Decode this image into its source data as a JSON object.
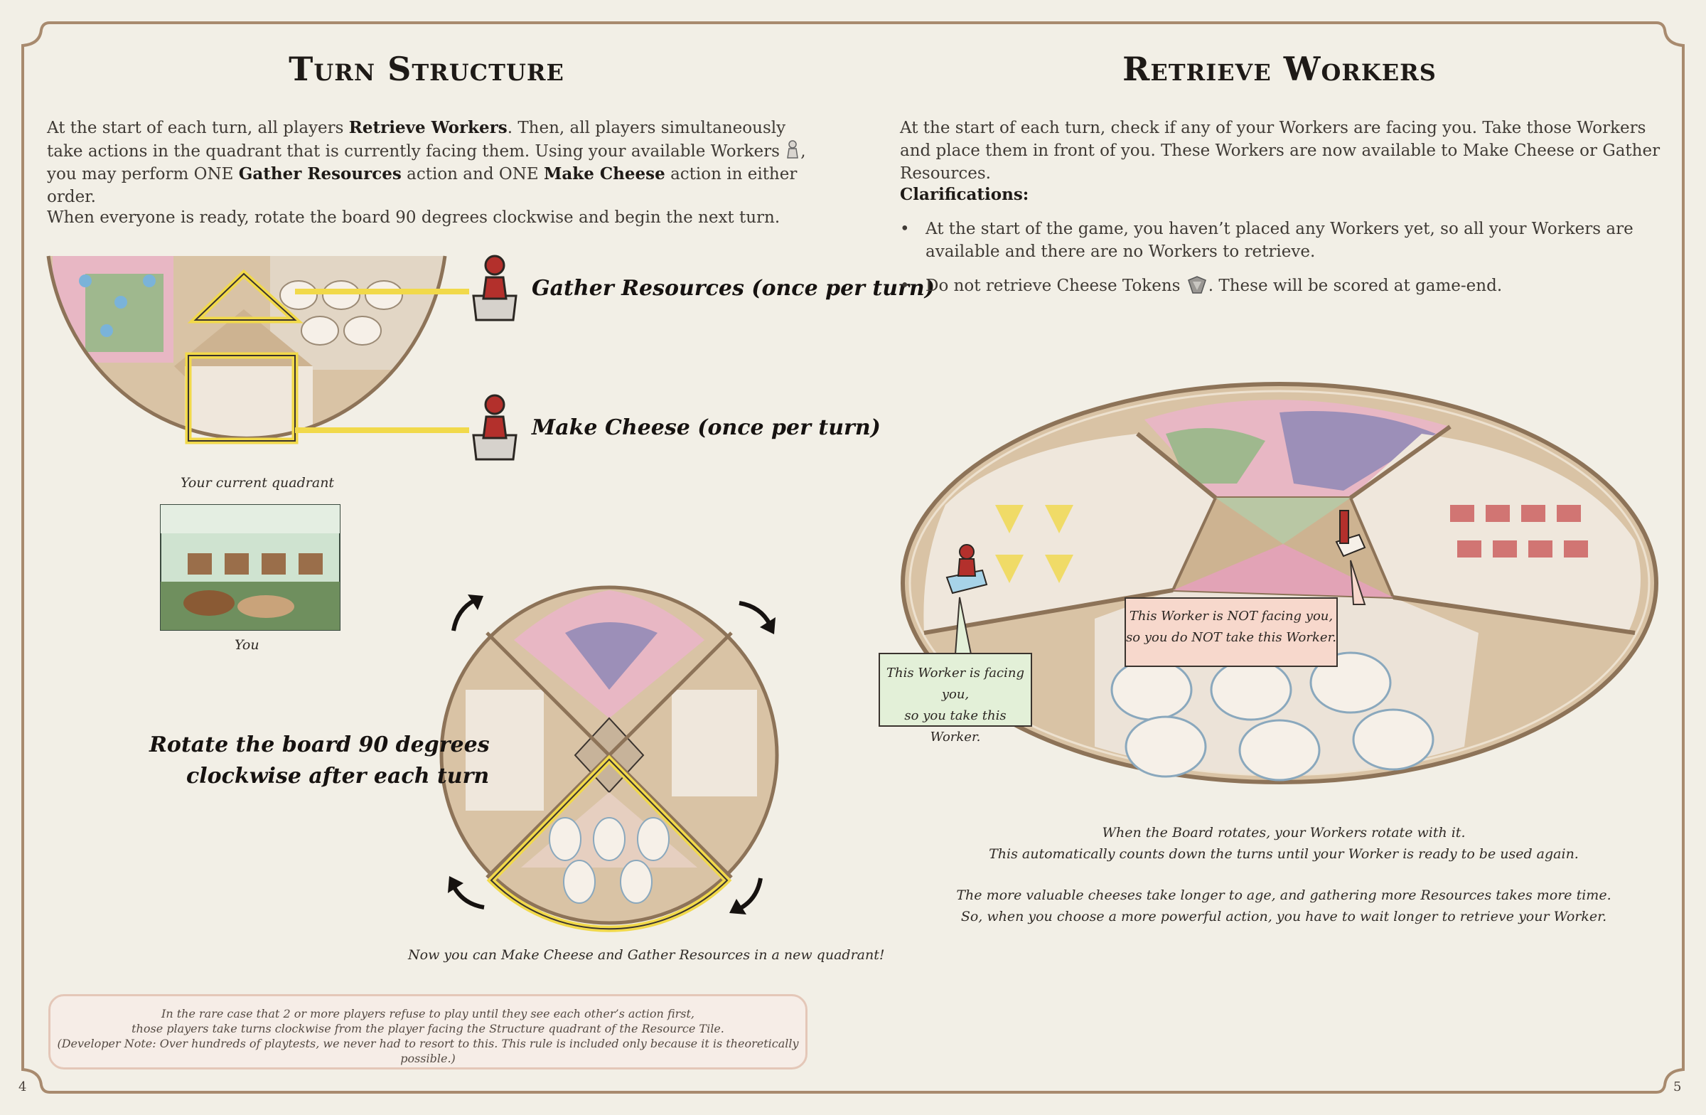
{
  "left_page": {
    "title": "Turn Structure",
    "para1": {
      "t1": "At the start of each turn, all players ",
      "b1": "Retrieve Workers",
      "t2": ". Then, all players simultaneously take actions in the quadrant that is currently facing them. Using your available Workers ",
      "t3": ", you may perform ONE ",
      "b2": "Gather Resources",
      "t4": " action and ONE ",
      "b3": "Make Cheese",
      "t5": " action in either order."
    },
    "para2": "When everyone is ready, rotate the board 90 degrees clockwise and begin the next turn.",
    "action1_label": "Gather Resources (once per turn)",
    "action2_label": "Make Cheese (once per turn)",
    "quadrant_caption": "Your current quadrant",
    "you_caption": "You",
    "rotate_line1": "Rotate the board 90 degrees",
    "rotate_line2": "clockwise after each turn",
    "new_quadrant_caption": "Now you can Make Cheese and Gather Resources in a new quadrant!",
    "note": {
      "line1": "In the rare case that 2 or more players refuse to play until they see each other’s action first,",
      "line2": "those players take turns clockwise from the player facing the Structure quadrant of the Resource Tile.",
      "line3": "(Developer Note: Over hundreds of playtests, we never had to resort to this. This rule is included only because it is theoretically possible.)"
    },
    "page_number": "4"
  },
  "right_page": {
    "title": "Retrieve Workers",
    "para1": "At the start of each turn, check if any of your Workers are facing you. Take those Workers and place them in front of you. These Workers are now available to Make Cheese or Gather Resources.",
    "clarifications_heading": "Clarifications:",
    "bullet1": "At the start of the game, you haven’t placed any Workers yet, so all your Workers are available and there are no Workers to retrieve.",
    "bullet2_a": "Do not retrieve Cheese Tokens ",
    "bullet2_b": ". These will be scored at game-end.",
    "bullet_glyph": "•",
    "callout_facing_line1": "This Worker is facing you,",
    "callout_facing_line2": "so you take this Worker.",
    "callout_not_facing_line1": "This Worker is NOT facing you,",
    "callout_not_facing_line2": "so you do NOT take this Worker.",
    "caption1_line1": "When the Board rotates, your Workers rotate with it.",
    "caption1_line2": "This automatically counts down the turns until your Worker is ready to be used again.",
    "caption2_line1": "The more valuable cheeses take longer to age, and gathering more Resources takes more time.",
    "caption2_line2": "So, when you choose a more powerful action, you have to wait longer to retrieve your Worker.",
    "page_number": "5"
  },
  "colors": {
    "frame": "#a88a6e",
    "highlight": "#f1d94a",
    "worker_red": "#b3302c",
    "callout_green": "#e3f0d8",
    "callout_pink": "#f7d8cc",
    "board_tan": "#d9c3a5"
  },
  "icons": [
    "worker-icon",
    "cheese-token-icon",
    "rotate-arrow-icon"
  ]
}
